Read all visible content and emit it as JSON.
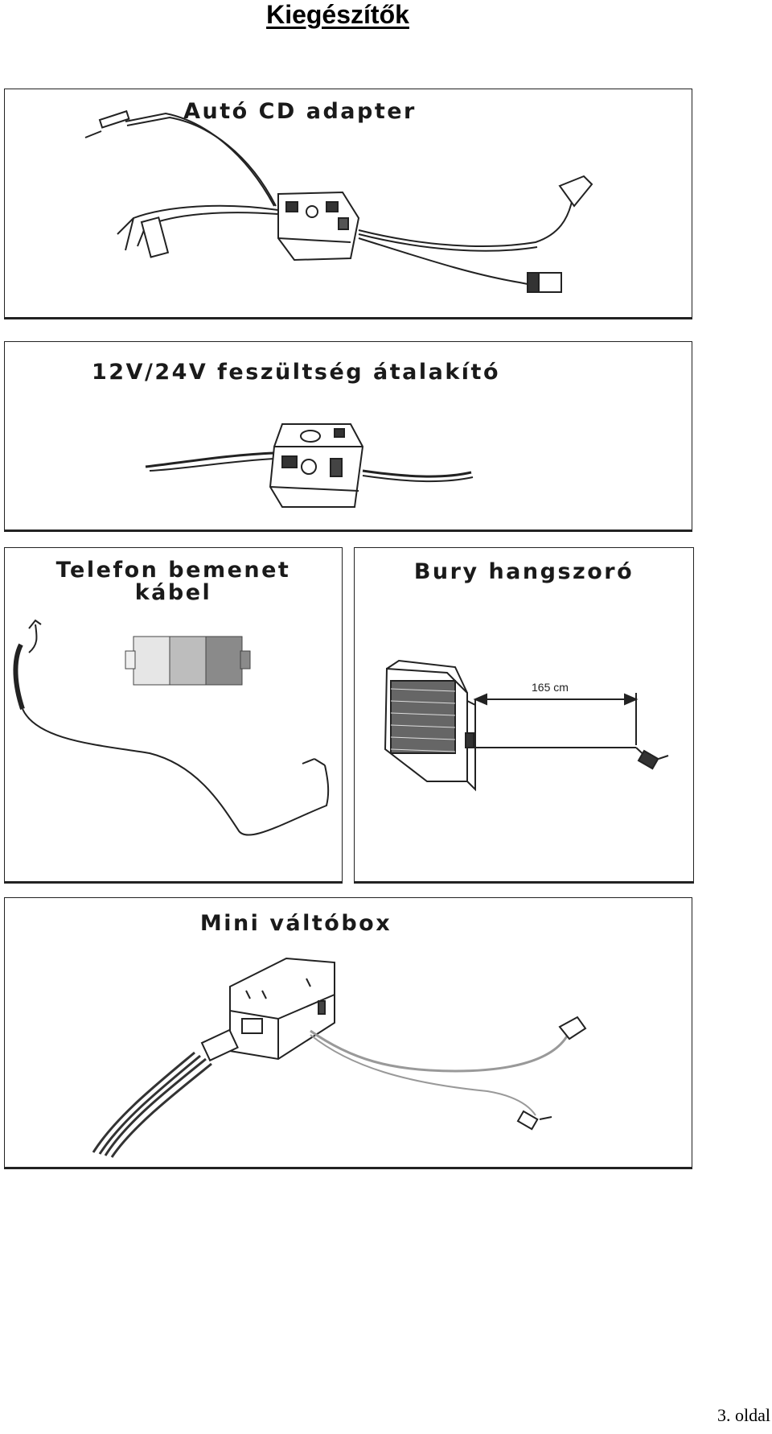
{
  "page": {
    "title": "Kiegészítők",
    "page_number": "3. oldal"
  },
  "panels": {
    "cd_adapter": {
      "title": "Autó CD adapter"
    },
    "converter": {
      "title": "12V/24V feszültség átalakító"
    },
    "phone_cable": {
      "title_line1": "Telefon bemenet",
      "title_line2": "kábel"
    },
    "speaker": {
      "title": "Bury hangszoró",
      "dimension_label": "165 cm"
    },
    "switchbox": {
      "title": "Mini váltóbox"
    }
  }
}
